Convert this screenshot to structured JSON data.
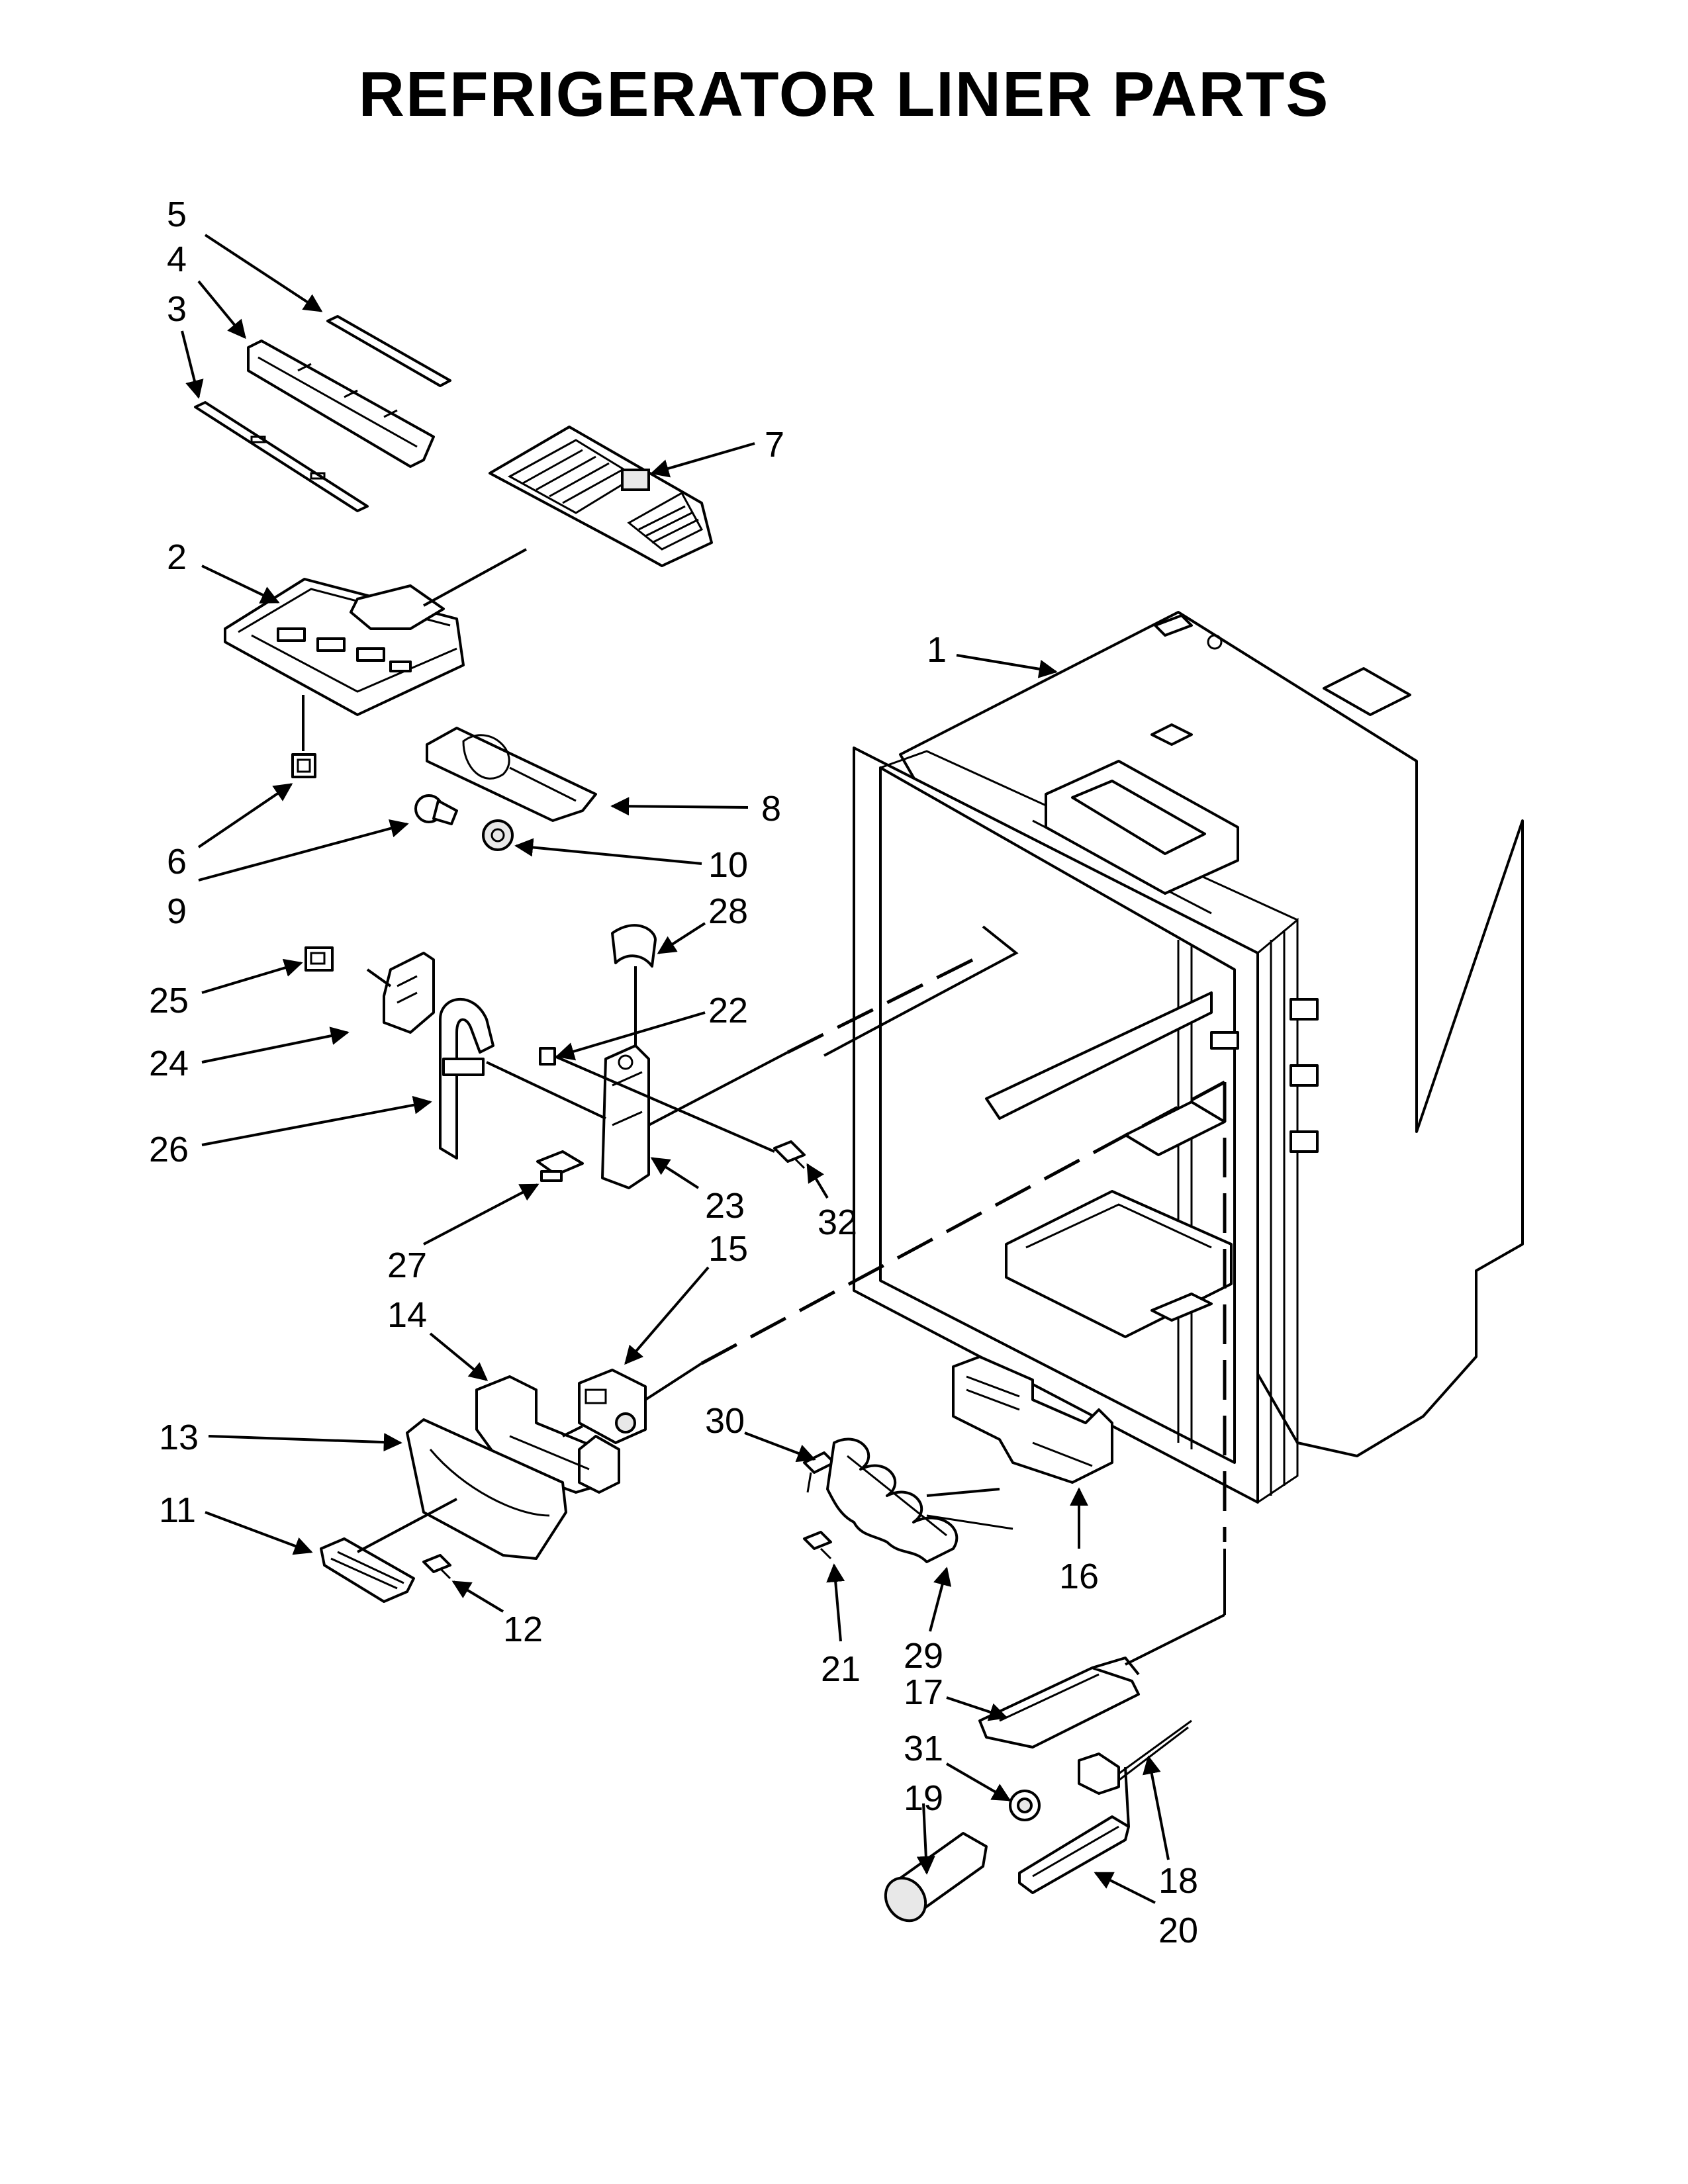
{
  "title": "REFRIGERATOR LINER PARTS",
  "callouts": {
    "c1": "1",
    "c2": "2",
    "c3": "3",
    "c4": "4",
    "c5": "5",
    "c6": "6",
    "c7": "7",
    "c8": "8",
    "c9": "9",
    "c10": "10",
    "c11": "11",
    "c12": "12",
    "c13": "13",
    "c14": "14",
    "c15": "15",
    "c16": "16",
    "c17": "17",
    "c18": "18",
    "c19": "19",
    "c20": "20",
    "c21": "21",
    "c22": "22",
    "c23": "23",
    "c24": "24",
    "c25": "25",
    "c26": "26",
    "c27": "27",
    "c28": "28",
    "c29": "29",
    "c30": "30",
    "c31": "31",
    "c32": "32"
  }
}
